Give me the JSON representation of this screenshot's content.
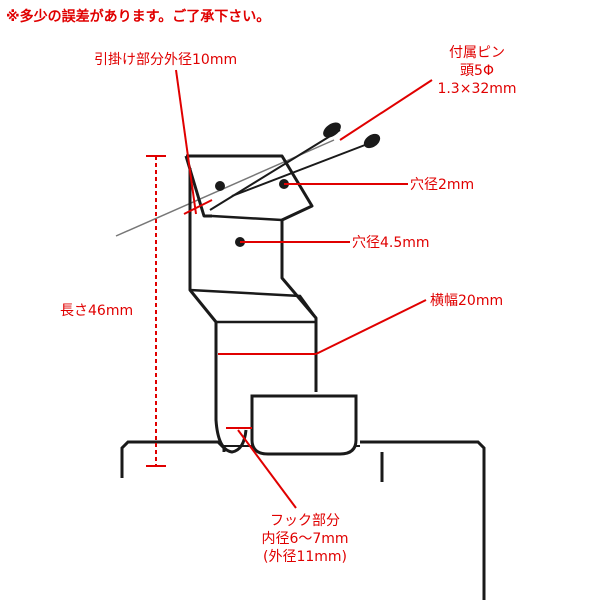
{
  "disclaimer": "※多少の誤差があります。ご了承下さい。",
  "labels": {
    "hook_outer": "引掛け部分外径10mm",
    "pin_line1": "付属ピン",
    "pin_line2": "頭5Φ",
    "pin_line3": "1.3×32mm",
    "hole_small": "穴径2mm",
    "hole_large": "穴径4.5mm",
    "length": "長さ46mm",
    "width": "横幅20mm",
    "hook_line1": "フック部分",
    "hook_line2": "内径6〜7mm",
    "hook_line3": "(外径11mm)"
  },
  "colors": {
    "annotation": "#e00000",
    "drawing": "#1a1a1a"
  }
}
